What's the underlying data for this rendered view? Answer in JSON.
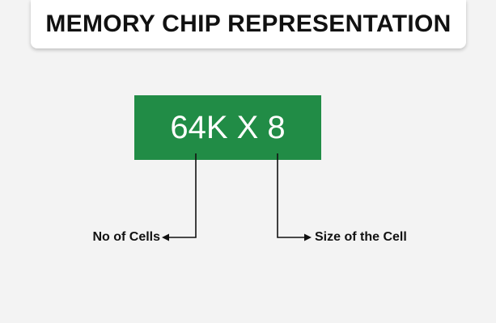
{
  "title": "MEMORY CHIP REPRESENTATION",
  "chip": {
    "label": "64K X 8",
    "color": "#218c46"
  },
  "annotations": {
    "cells_label": "No of Cells",
    "cell_size_label": "Size of the Cell"
  },
  "colors": {
    "background": "#f3f3f3",
    "connector": "#111111"
  }
}
